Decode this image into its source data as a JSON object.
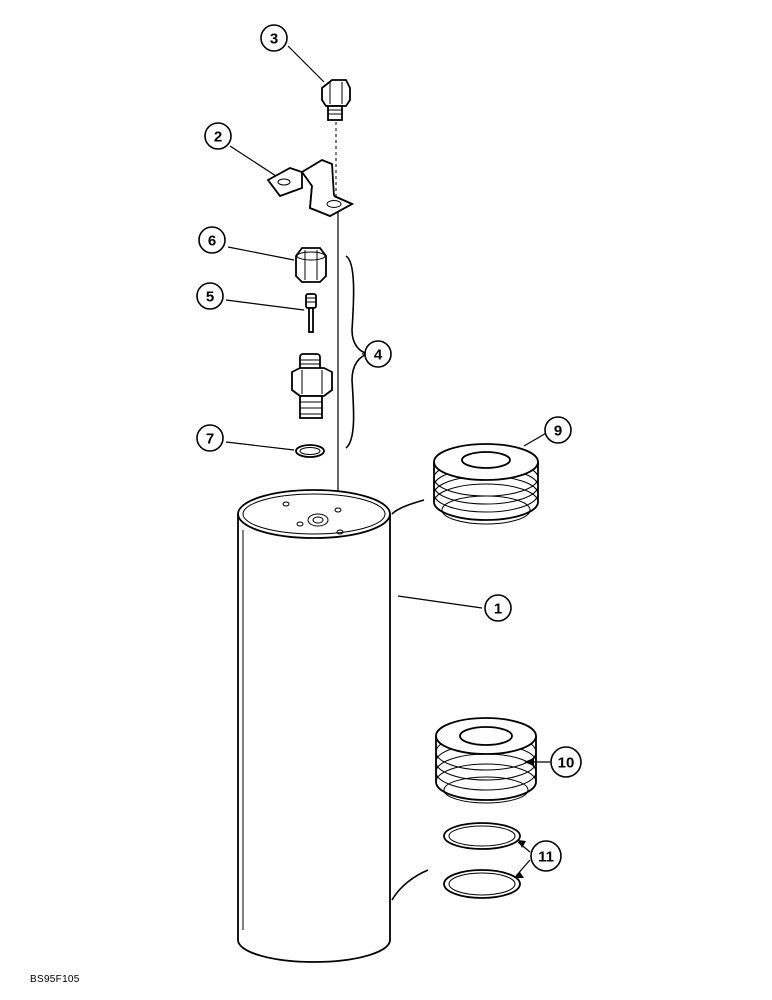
{
  "figure_code": "BS95F105",
  "callouts": {
    "c1": "1",
    "c2": "2",
    "c3": "3",
    "c4": "4",
    "c5": "5",
    "c6": "6",
    "c7": "7",
    "c9": "9",
    "c10": "10",
    "c11": "11"
  },
  "colors": {
    "ink": "#000000",
    "paper": "#ffffff"
  }
}
